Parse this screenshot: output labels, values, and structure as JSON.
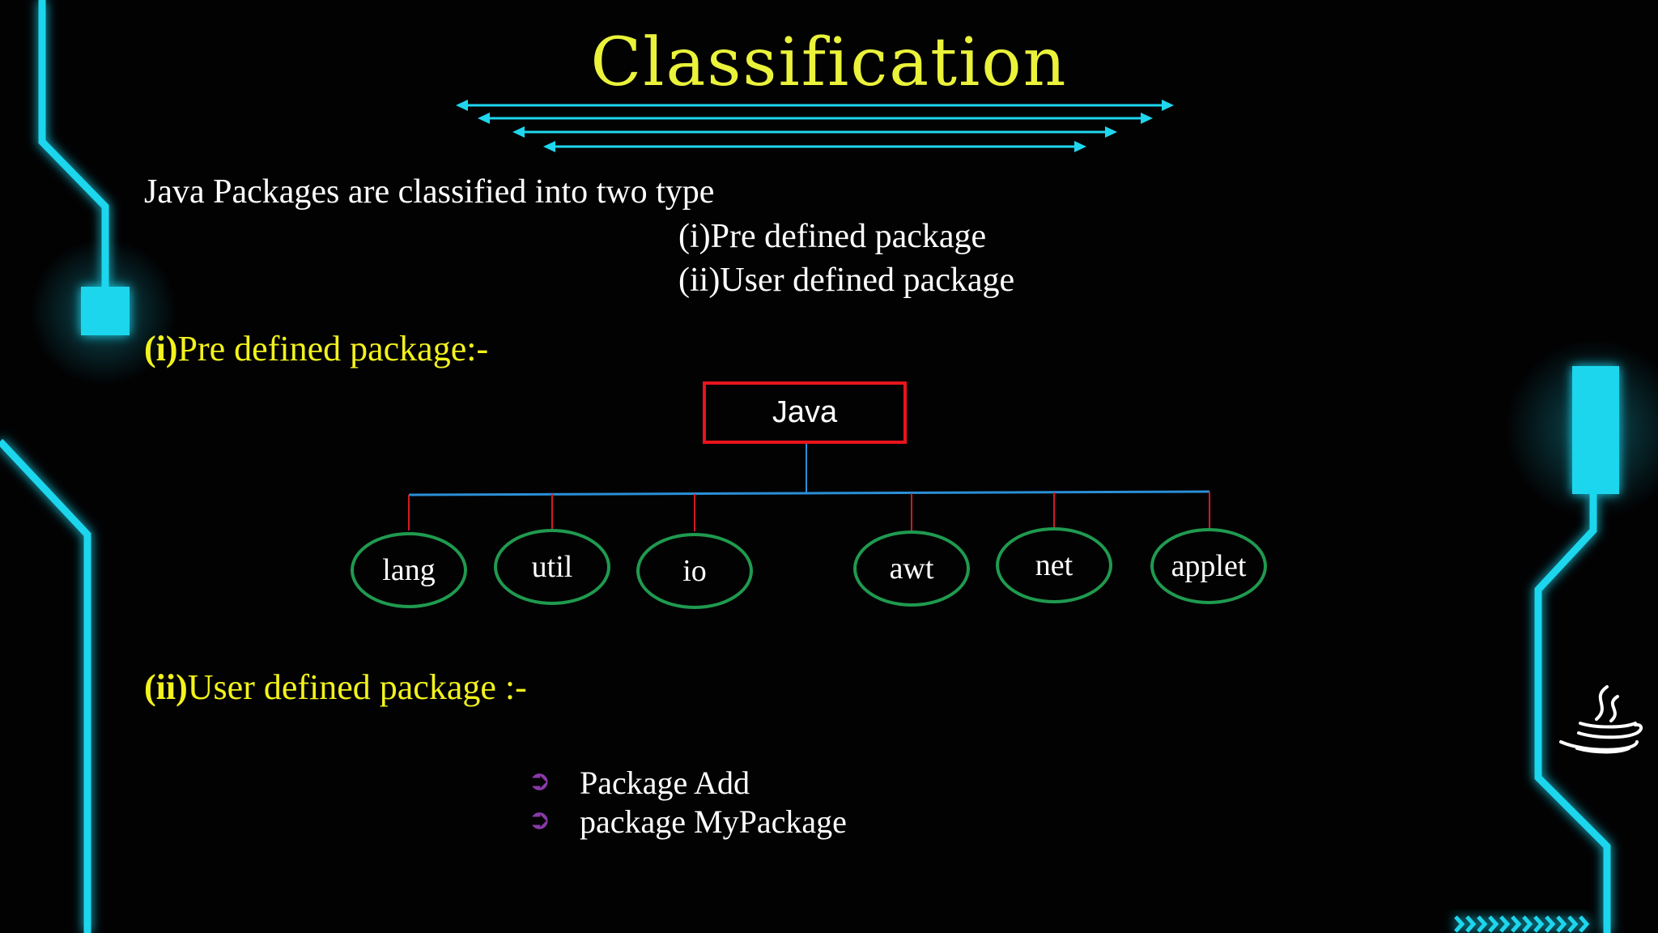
{
  "slide": {
    "title": "Classification",
    "intro": "Java Packages are classified into two type",
    "types": [
      "(i)Pre defined package",
      "(ii)User defined package"
    ],
    "section1": {
      "marker": "(i)",
      "text": "Pre defined package:-"
    },
    "section2": {
      "marker": "(ii)",
      "text": "User defined package :-"
    }
  },
  "tree": {
    "root": "Java",
    "children": [
      "lang",
      "util",
      "io",
      "awt",
      "net",
      "applet"
    ]
  },
  "examples": {
    "bullet_glyph": "➲",
    "items": [
      "Package Add",
      "package MyPackage"
    ]
  },
  "colors": {
    "title": "#eaf23a",
    "heading": "#f2f21c",
    "neon": "#1fd6ee",
    "root_border": "#e8141b",
    "node_border": "#1f9a4f",
    "bullet": "#8a3aa8"
  },
  "icons": [
    "java-logo-icon",
    "chevrons-icon"
  ]
}
